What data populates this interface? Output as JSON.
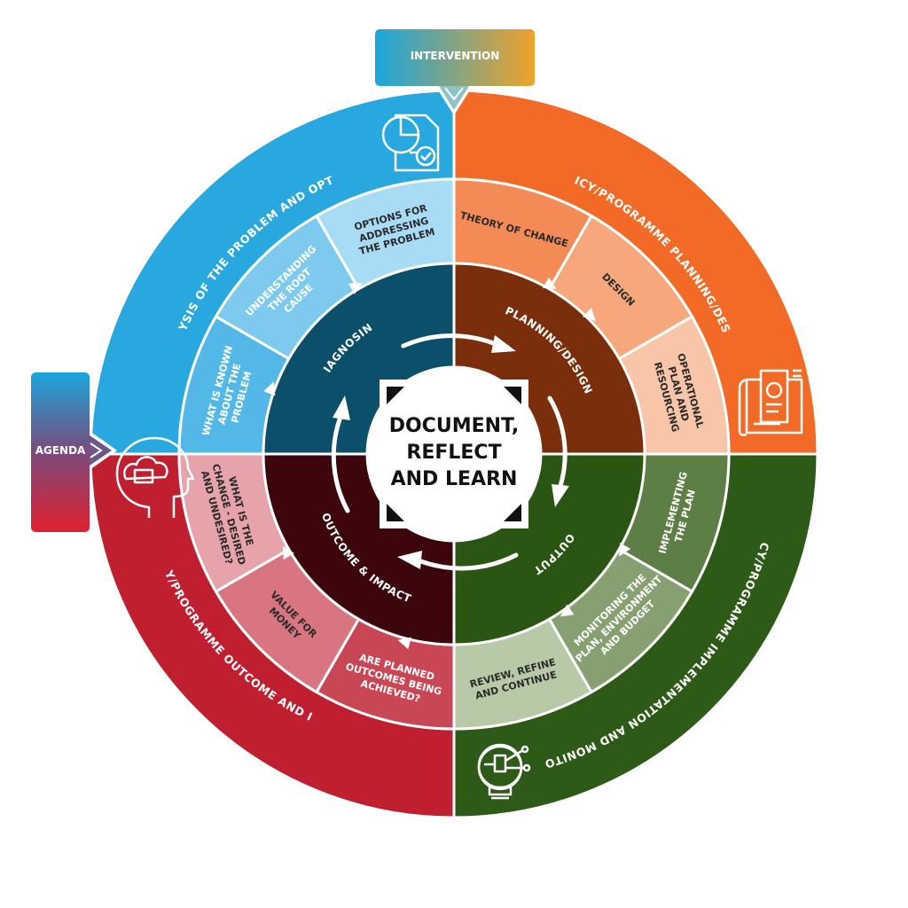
{
  "center": {
    "lines": [
      "DOCUMENT,",
      "REFLECT",
      "AND LEARN"
    ]
  },
  "tags": {
    "intervention": "INTERVENTION",
    "agenda": "AGENDA"
  },
  "quadrants": [
    {
      "key": "analysis",
      "outer_label": "ANALYSIS OF THE PROBLEM AND OPTIONS",
      "inner_label": "DIAGNOSING",
      "colors": {
        "outer": "#29a8e0",
        "inner": "#0c4f6b"
      },
      "icon": "pie-chart-document-icon",
      "segments": [
        {
          "lines": [
            "WHAT IS KNOWN",
            "ABOUT THE",
            "PROBLEM"
          ],
          "color": "#53b8e8",
          "dark": false
        },
        {
          "lines": [
            "UNDERSTANDING",
            "THE ROOT",
            "CAUSE"
          ],
          "color": "#7ecaef",
          "dark": false
        },
        {
          "lines": [
            "OPTIONS FOR",
            "ADDRESSING",
            "THE PROBLEM"
          ],
          "color": "#a8dcf5",
          "dark": true
        }
      ]
    },
    {
      "key": "planning",
      "outer_label": "POLICY/PROGRAMME PLANNING/DESIGN",
      "inner_label": "PLANNING/DESIGN",
      "colors": {
        "outer": "#f26a25",
        "inner": "#7a2e0b"
      },
      "icon": "blueprint-plan-icon",
      "segments": [
        {
          "lines": [
            "THEORY OF CHANGE"
          ],
          "color": "#f48a55",
          "dark": true
        },
        {
          "lines": [
            "DESIGN"
          ],
          "color": "#f6a77c",
          "dark": true
        },
        {
          "lines": [
            "OPERATIONAL",
            "PLAN AND",
            "RESOURCING"
          ],
          "color": "#f9c5a8",
          "dark": true
        }
      ]
    },
    {
      "key": "implementation",
      "outer_label": "POLICY/PROGRAMME IMPLEMENTATION AND MONITORING",
      "inner_label": "OUTPUT",
      "colors": {
        "outer": "#2e5a18",
        "inner": "#2a5512"
      },
      "icon": "lightbulb-circuit-icon",
      "segments": [
        {
          "lines": [
            "IMPLEMENTING",
            "THE PLAN"
          ],
          "color": "#5d7f45",
          "dark": false
        },
        {
          "lines": [
            "MONITORING THE",
            "PLAN, ENVIRONMENT",
            "AND BUDGET"
          ],
          "color": "#86a072",
          "dark": false
        },
        {
          "lines": [
            "REVIEW, REFINE",
            "AND CONTINUE"
          ],
          "color": "#b8c9a8",
          "dark": true
        }
      ]
    },
    {
      "key": "outcome",
      "outer_label": "POLICY/PROGRAMME OUTCOME AND IMPACT",
      "inner_label": "OUTCOME & IMPACT",
      "colors": {
        "outer": "#c01f2f",
        "inner": "#3d060d"
      },
      "icon": "head-cloud-folder-icon",
      "segments": [
        {
          "lines": [
            "ARE PLANNED",
            "OUTCOMES BEING",
            "ACHIEVED?"
          ],
          "color": "#c94654",
          "dark": false
        },
        {
          "lines": [
            "VALUE FOR",
            "MONEY"
          ],
          "color": "#d97580",
          "dark": true
        },
        {
          "lines": [
            "WHAT IS THE",
            "CHANGE - DESIRED",
            "AND UNDESIRED?"
          ],
          "color": "#e6a3aa",
          "dark": true
        }
      ]
    }
  ]
}
